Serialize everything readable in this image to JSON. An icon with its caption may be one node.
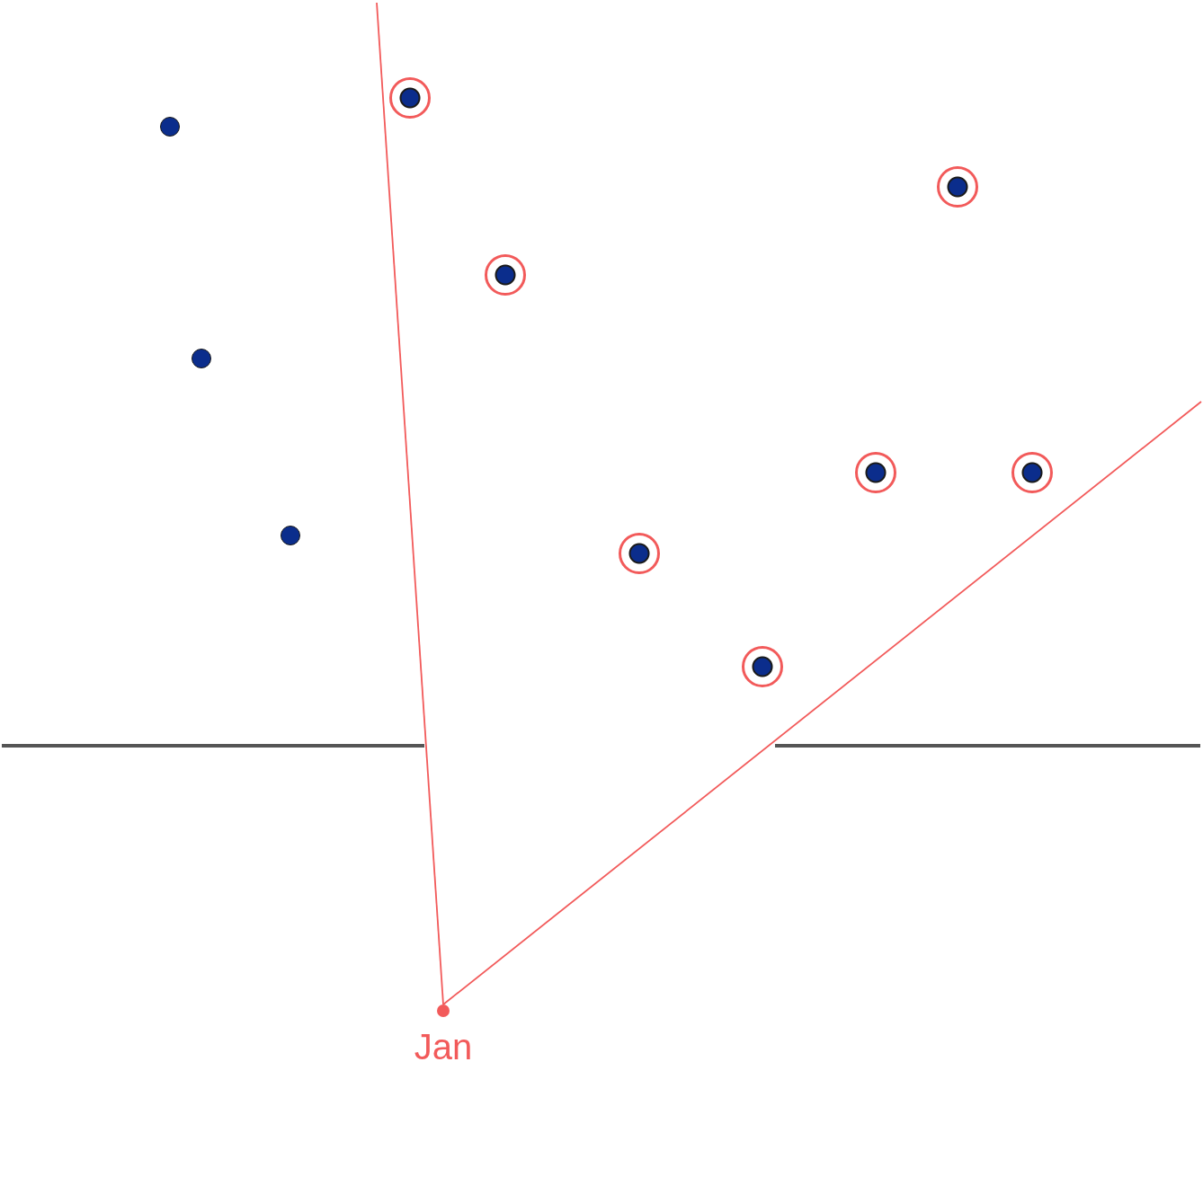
{
  "diagram": {
    "nodes": [
      {
        "text": [],
        "shape": "ring"
      },
      {
        "text": [],
        "shape": "circle"
      },
      {
        "text": [],
        "shape": "ring"
      },
      {
        "text": [],
        "shape": "ring"
      },
      {
        "text": [],
        "shape": "circle"
      },
      {
        "text": [],
        "shape": "ring"
      },
      {
        "text": [],
        "shape": "ring"
      },
      {
        "text": [],
        "shape": "circle"
      },
      {
        "text": [],
        "shape": "ring"
      },
      {
        "text": [],
        "shape": "ring"
      },
      {
        "text": [
          "Jan"
        ]
      }
    ],
    "edges": [
      {
        "from": 10,
        "to": null,
        "arrow": "none"
      },
      {
        "from": 10,
        "to": null,
        "arrow": "none"
      }
    ]
  }
}
